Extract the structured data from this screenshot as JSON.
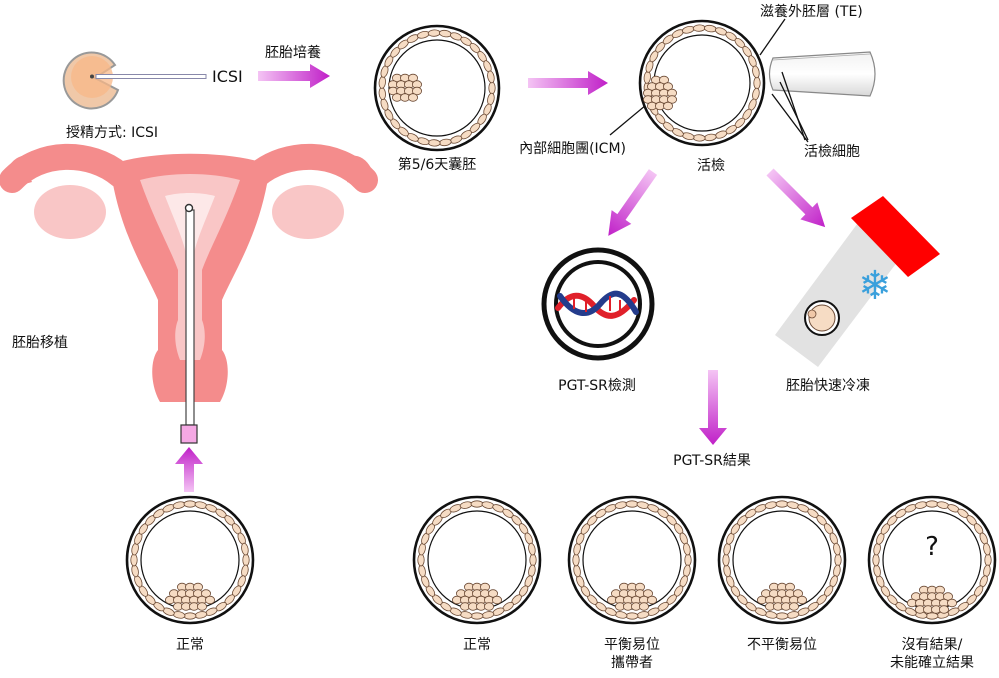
{
  "labels": {
    "icsi": "ICSI",
    "fertilization_method": "授精方式: ICSI",
    "culture": "胚胎培養",
    "blastocyst": "第5/6天囊胚",
    "te": "滋養外胚層 (TE)",
    "icm": "內部細胞團(ICM)",
    "biopsy": "活檢",
    "biopsy_cells": "活檢細胞",
    "transfer": "胚胎移植",
    "pgt_test": "PGT-SR檢測",
    "freeze": "胚胎快速冷凍",
    "pgt_result": "PGT-SR結果",
    "normal_left": "正常",
    "result_normal": "正常",
    "result_carrier_1": "平衡易位",
    "result_carrier_2": "攜帶者",
    "result_unbalanced": "不平衡易位",
    "result_unknown_1": "沒有結果/",
    "result_unknown_2": "未能確立結果",
    "question_mark": "?"
  },
  "colors": {
    "arrow": "#c020c8",
    "uterus": "#f48c8c",
    "uterus_light": "#f9c6c6",
    "cell_fill": "#f6dcc4",
    "cell_stroke": "#6b4a35",
    "freeze_cap": "#ff0000",
    "snowflake": "#3aa0dc",
    "dna_red": "#e0202a",
    "dna_blue": "#243c8c"
  }
}
